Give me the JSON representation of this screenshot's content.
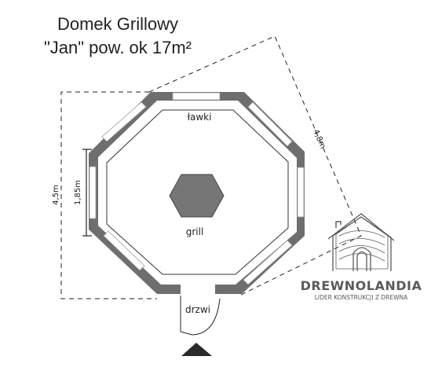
{
  "title": {
    "line1": "Domek Grillowy",
    "line2": "\"Jan\" pow. ok 17m²"
  },
  "labels": {
    "benches": "ławki",
    "grill": "grill",
    "door": "drzwi",
    "dim_width": "4,5m",
    "dim_window": "1,85m",
    "dim_diagonal": "4,8m"
  },
  "logo": {
    "brand": "DREWNOLANDIA",
    "tagline": "LIDER KONSTRUKCJI Z DREWNA"
  },
  "colors": {
    "wall": "#6e6e6e",
    "grill": "#767676",
    "dash": "#222222",
    "logo": "#5a5a5a"
  }
}
